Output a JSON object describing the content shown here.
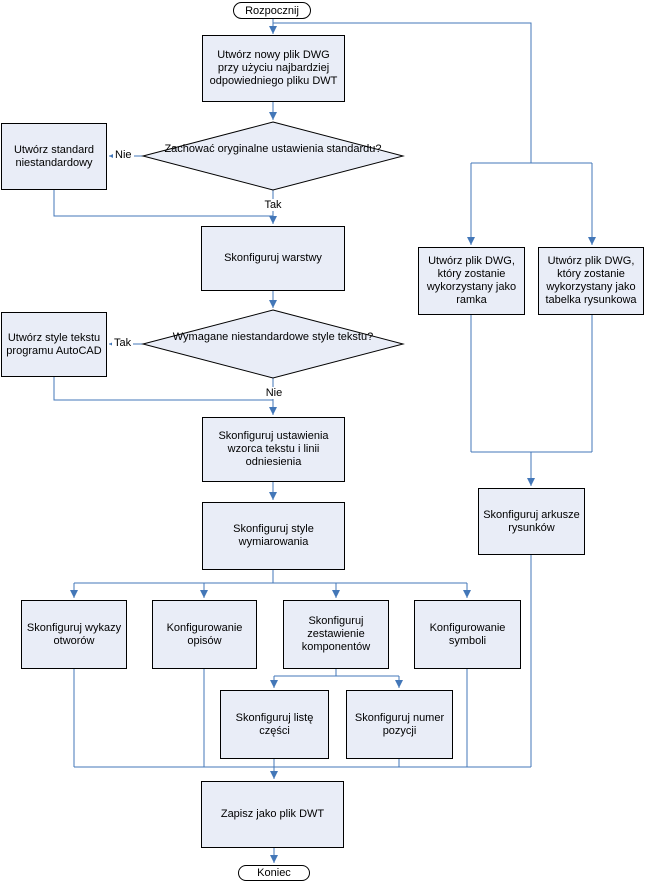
{
  "flowchart": {
    "start_label": "Rozpocznij",
    "end_label": "Koniec",
    "decision_labels": {
      "yes": "Tak",
      "no": "Nie"
    },
    "nodes": {
      "create_dwg": "Utwórz nowy plik DWG przy użyciu najbardziej odpowiedniego pliku DWT",
      "keep_standard_q": "Zachować oryginalne ustawienia standardu?",
      "custom_standard": "Utwórz standard niestandardowy",
      "configure_layers": "Skonfiguruj warstwy",
      "custom_text_styles_q": "Wymagane niestandardowe style tekstu?",
      "autocad_text_styles": "Utwórz style tekstu programu AutoCAD",
      "dwg_frame": "Utwórz plik DWG, który zostanie wykorzystany jako ramka",
      "dwg_title_block": "Utwórz plik DWG, który zostanie wykorzystany jako tabelka rysunkowa",
      "text_leader_settings": "Skonfiguruj ustawienia wzorca tekstu i linii odniesienia",
      "dimension_styles": "Skonfiguruj style wymiarowania",
      "drawing_sheets": "Skonfiguruj arkusze rysunków",
      "hole_tables": "Skonfiguruj wykazy otworów",
      "annotations": "Konfigurowanie opisów",
      "component_sets": "Skonfiguruj zestawienie komponentów",
      "symbols": "Konfigurowanie symboli",
      "parts_list": "Skonfiguruj listę części",
      "item_number": "Skonfiguruj numer pozycji",
      "save_dwt": "Zapisz jako plik DWT"
    },
    "colors": {
      "node_fill": "#E9EDF7",
      "node_border": "#000000",
      "connector": "#4377B8",
      "terminator_fill": "#FFFFFF"
    }
  }
}
